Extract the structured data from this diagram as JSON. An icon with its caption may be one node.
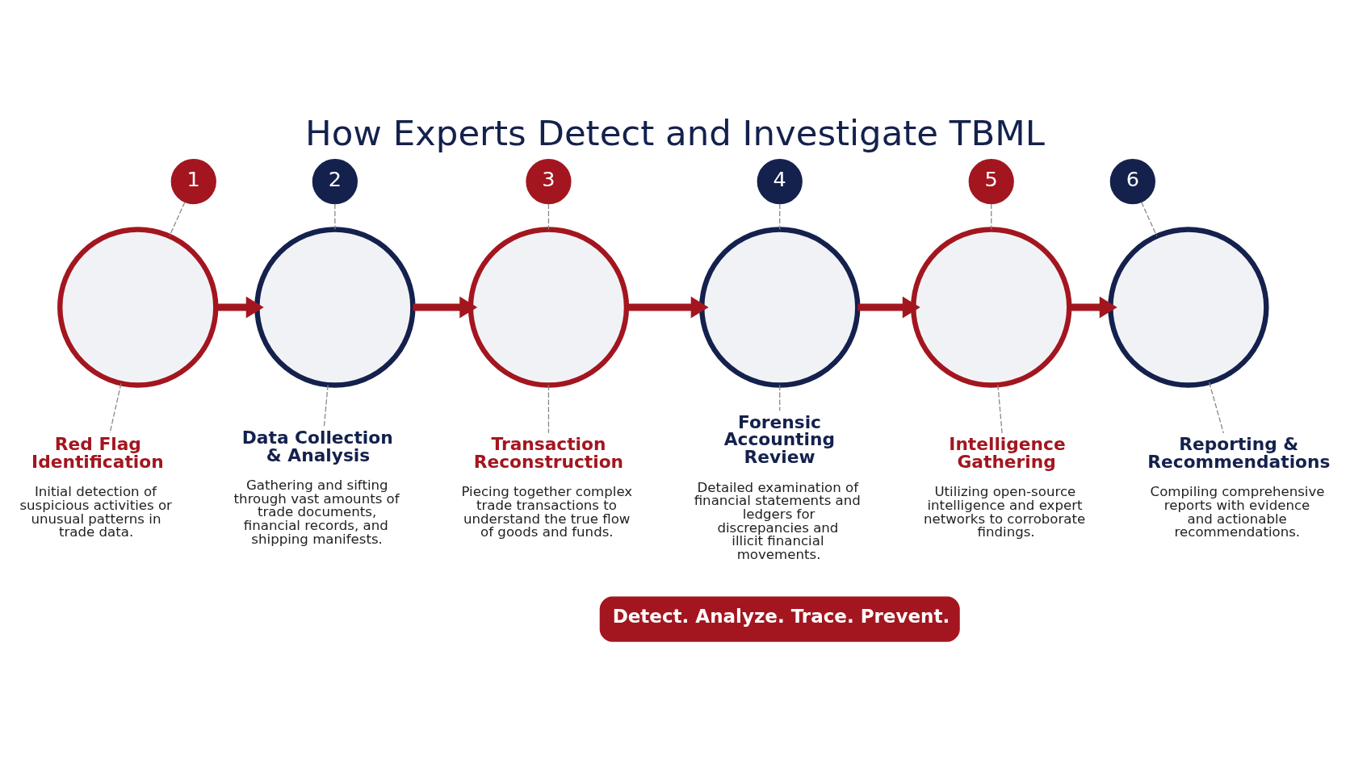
{
  "diagram": {
    "title": "How Experts Detect and Investigate TBML",
    "nodes": [
      {
        "text": [
          "1"
        ]
      },
      {
        "text": [],
        "shape": "circle"
      },
      {
        "text": [
          "Red Flag Identification",
          "Initial detection of suspicious activities or unusual patterns in trade data."
        ]
      },
      {
        "text": [
          "2"
        ]
      },
      {
        "text": [],
        "shape": "circle"
      },
      {
        "text": [
          "Data Collection & Analysis",
          "Gathering and sifting through vast amounts of trade documents, financial records, and shipping manifests."
        ]
      },
      {
        "text": [
          "3"
        ]
      },
      {
        "text": [],
        "shape": "circle"
      },
      {
        "text": [
          "Transaction Reconstruction",
          "Piecing together complex trade transactions to understand the true flow of goods and funds."
        ]
      },
      {
        "text": [
          "4"
        ]
      },
      {
        "text": [],
        "shape": "circle"
      },
      {
        "text": [
          "Forensic Accounting Review",
          "Detailed examination of financial statements and ledgers for discrepancies and illicit financial movements."
        ]
      },
      {
        "text": [
          "5"
        ]
      },
      {
        "text": [],
        "shape": "circle"
      },
      {
        "text": [
          "Intelligence Gathering",
          "Utilizing open-source intelligence and expert networks to corroborate findings."
        ]
      },
      {
        "text": [
          "6"
        ]
      },
      {
        "text": [],
        "shape": "circle"
      },
      {
        "text": [
          "Reporting & Recommendations",
          "Compiling comprehensive reports with evidence and actionable recommendations."
        ]
      }
    ],
    "edges": [
      {
        "from": 0,
        "to": 1,
        "arrow": "none",
        "style": "dashed"
      },
      {
        "from": 1,
        "to": 2,
        "arrow": "none",
        "style": "dashed"
      },
      {
        "from": 3,
        "to": 4,
        "arrow": "none",
        "style": "dashed"
      },
      {
        "from": 4,
        "to": 5,
        "arrow": "none",
        "style": "dashed"
      },
      {
        "from": 6,
        "to": 7,
        "arrow": "none",
        "style": "dashed"
      },
      {
        "from": 7,
        "to": 8,
        "arrow": "none",
        "style": "dashed"
      },
      {
        "from": 9,
        "to": 10,
        "arrow": "none",
        "style": "dashed"
      },
      {
        "from": 10,
        "to": 11,
        "arrow": "none",
        "style": "dashed"
      },
      {
        "from": 12,
        "to": 13,
        "arrow": "none",
        "style": "dashed"
      },
      {
        "from": 13,
        "to": 14,
        "arrow": "none",
        "style": "dashed"
      },
      {
        "from": 15,
        "to": 16,
        "arrow": "none",
        "style": "dashed"
      },
      {
        "from": 16,
        "to": 17,
        "arrow": "none",
        "style": "dashed"
      },
      {
        "from": 1,
        "to": 4,
        "arrow": "to",
        "style": "thick",
        "color": "#a3161f"
      },
      {
        "from": 4,
        "to": 7,
        "arrow": "to",
        "style": "thick",
        "color": "#a3161f"
      },
      {
        "from": 7,
        "to": 10,
        "arrow": "to",
        "style": "thick",
        "color": "#a3161f"
      },
      {
        "from": 10,
        "to": 13,
        "arrow": "to",
        "style": "thick",
        "color": "#a3161f"
      },
      {
        "from": 13,
        "to": 16,
        "arrow": "to",
        "style": "thick",
        "color": "#a3161f"
      }
    ],
    "labels": [
      "Detect. Analyze. Trace. Prevent."
    ]
  }
}
